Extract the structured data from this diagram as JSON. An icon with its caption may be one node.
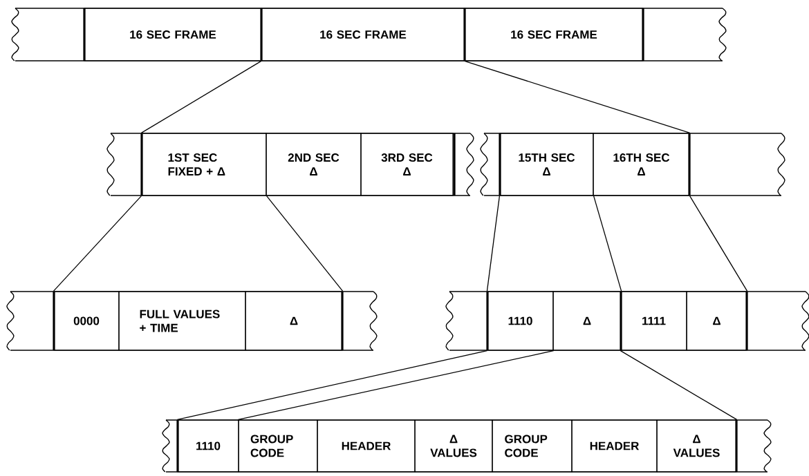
{
  "diagram": {
    "nodes": [
      {
        "text": [],
        "shape": "bar"
      },
      {
        "text": [
          "16 SEC FRAME"
        ],
        "in": 0
      },
      {
        "text": [
          "16 SEC FRAME"
        ],
        "in": 0
      },
      {
        "text": [
          "16 SEC FRAME"
        ],
        "in": 0
      },
      {
        "text": [],
        "shape": "bar"
      },
      {
        "text": [
          "1ST SEC FIXED + Δ"
        ],
        "in": 4
      },
      {
        "text": [
          "2ND SEC",
          "Δ"
        ],
        "in": 4
      },
      {
        "text": [
          "3RD SEC",
          "Δ"
        ],
        "in": 4
      },
      {
        "text": [],
        "shape": "bar"
      },
      {
        "text": [
          "15TH SEC",
          "Δ"
        ],
        "in": 8
      },
      {
        "text": [
          "16TH SEC",
          "Δ"
        ],
        "in": 8
      },
      {
        "text": [],
        "shape": "bar"
      },
      {
        "text": [
          "0000"
        ],
        "in": 11
      },
      {
        "text": [
          "FULL VALUES + TIME"
        ],
        "in": 11
      },
      {
        "text": [
          "Δ"
        ],
        "in": 11
      },
      {
        "text": [],
        "shape": "bar"
      },
      {
        "text": [
          "1110"
        ],
        "in": 15
      },
      {
        "text": [
          "Δ"
        ],
        "in": 15
      },
      {
        "text": [
          "1111"
        ],
        "in": 15
      },
      {
        "text": [
          "Δ"
        ],
        "in": 15
      },
      {
        "text": [],
        "shape": "bar"
      },
      {
        "text": [
          "1110"
        ],
        "in": 20
      },
      {
        "text": [
          "GROUP CODE"
        ],
        "in": 20
      },
      {
        "text": [
          "HEADER"
        ],
        "in": 20
      },
      {
        "text": [
          "Δ",
          "VALUES"
        ],
        "in": 20
      },
      {
        "text": [
          "GROUP CODE"
        ],
        "in": 20
      },
      {
        "text": [
          "HEADER"
        ],
        "in": 20
      },
      {
        "text": [
          "Δ",
          "VALUES"
        ],
        "in": 20
      }
    ],
    "edges": [
      {
        "from": 2,
        "to": 5,
        "arrow": "none"
      },
      {
        "from": 2,
        "to": 10,
        "arrow": "none"
      },
      {
        "from": 5,
        "to": 12,
        "arrow": "none"
      },
      {
        "from": 5,
        "to": 14,
        "arrow": "none"
      },
      {
        "from": 9,
        "to": 16,
        "arrow": "none"
      },
      {
        "from": 9,
        "to": 17,
        "arrow": "none"
      },
      {
        "from": 10,
        "to": 19,
        "arrow": "none"
      },
      {
        "from": 16,
        "to": 21,
        "arrow": "none"
      },
      {
        "from": 16,
        "to": 22,
        "arrow": "none"
      },
      {
        "from": 18,
        "to": 27,
        "arrow": "none"
      }
    ]
  }
}
